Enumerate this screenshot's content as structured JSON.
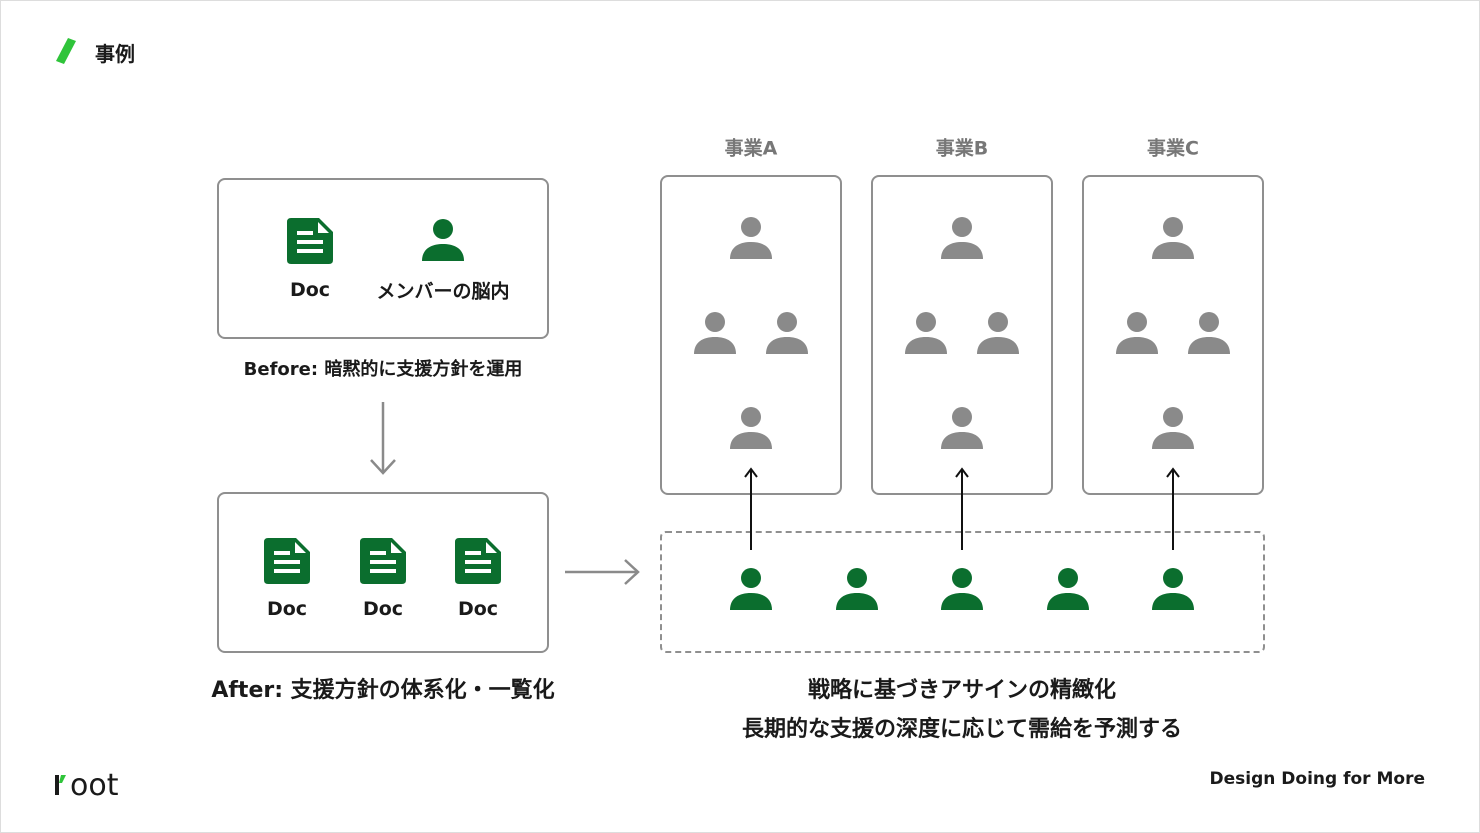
{
  "header": {
    "title": "事例",
    "accent": "#2fc43a"
  },
  "colors": {
    "green": "#0b6e2e",
    "gray": "#8a8a8a"
  },
  "before": {
    "items": [
      {
        "label": "Doc",
        "icon": "doc-icon"
      },
      {
        "label": "メンバーの脳内",
        "icon": "person-icon"
      }
    ],
    "caption": "Before: 暗黙的に支援方針を運用"
  },
  "after": {
    "items": [
      {
        "label": "Doc"
      },
      {
        "label": "Doc"
      },
      {
        "label": "Doc"
      }
    ],
    "caption": "After: 支援方針の体系化・一覧化"
  },
  "businesses": [
    {
      "label": "事業A"
    },
    {
      "label": "事業B"
    },
    {
      "label": "事業C"
    }
  ],
  "pool": {
    "members": 5
  },
  "bottom_text": {
    "line1": "戦略に基づきアサインの精緻化",
    "line2": "長期的な支援の深度に応じて需給を予測する"
  },
  "footer": {
    "logo": "root",
    "tagline": "Design Doing for More"
  }
}
